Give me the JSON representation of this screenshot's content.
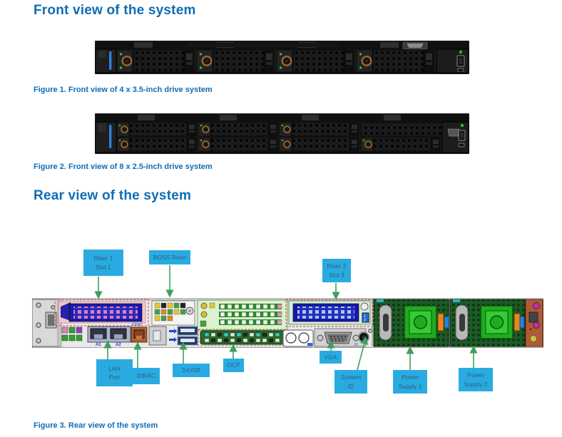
{
  "colors": {
    "accent_blue": "#0e6db6",
    "callout_bg": "#29abe2",
    "callout_text": "#2d6075",
    "arrow_green": "#3f9f5f"
  },
  "front_section": {
    "heading": "Front view of the system",
    "figure1_caption": "Figure 1. Front view of 4 x 3.5-inch drive system",
    "figure2_caption": "Figure 2. Front view of 8 x 2.5-inch drive system"
  },
  "rear_section": {
    "heading": "Rear view of the system",
    "figure3_caption": "Figure 3. Rear view of the system",
    "callouts": {
      "riser1": {
        "lines": [
          "Riser 1",
          "Slot 1"
        ]
      },
      "boss": {
        "lines": [
          "BOSS Riser"
        ]
      },
      "riser2": {
        "lines": [
          "Riser 2",
          "Slot 3"
        ]
      },
      "lan": {
        "lines": [
          "LAN",
          "Port"
        ]
      },
      "idrac": {
        "lines": [
          "iDRAC"
        ]
      },
      "usb": {
        "lines": [
          "2xUSB"
        ]
      },
      "ocp": {
        "lines": [
          "OCP"
        ]
      },
      "vga": {
        "lines": [
          "VGA"
        ]
      },
      "system_id": {
        "lines": [
          "System",
          "ID"
        ]
      },
      "psu1": {
        "lines": [
          "Power",
          "Supply 1"
        ]
      },
      "psu2": {
        "lines": [
          "Power",
          "Supply 2"
        ]
      }
    },
    "port_labels": {
      "lan1": "A1",
      "lan2": "A2"
    }
  }
}
